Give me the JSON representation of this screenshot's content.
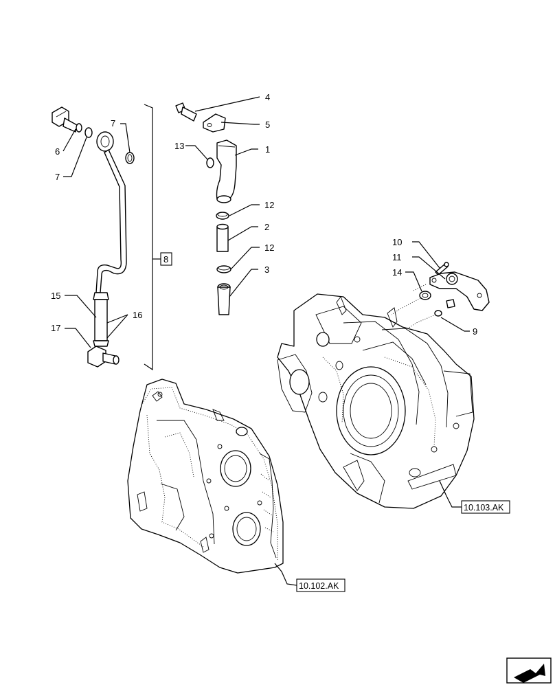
{
  "callouts": {
    "c1": "1",
    "c2": "2",
    "c3": "3",
    "c4": "4",
    "c5": "5",
    "c6": "6",
    "c7a": "7",
    "c7b": "7",
    "c8": "8",
    "c9": "9",
    "c10": "10",
    "c11": "11",
    "c12a": "12",
    "c12b": "12",
    "c13": "13",
    "c14": "14",
    "c15": "15",
    "c16": "16",
    "c17": "17"
  },
  "references": {
    "front_cover_ref": "10.102.AK",
    "flywheel_housing_ref": "10.103.AK"
  },
  "icons": {
    "nav_arrow": "next-page-arrow-icon"
  }
}
